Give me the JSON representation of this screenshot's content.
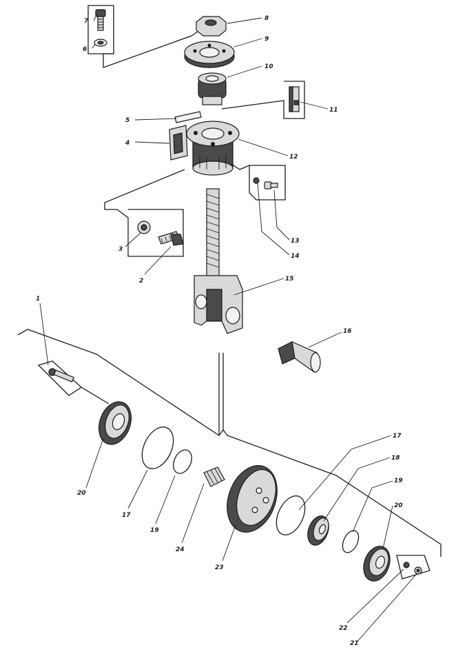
{
  "callouts": {
    "c1": "1",
    "c2": "2",
    "c3": "3",
    "c4": "4",
    "c5": "5",
    "c6": "6",
    "c7": "7",
    "c8": "8",
    "c9": "9",
    "c10": "10",
    "c11": "11",
    "c12": "12",
    "c13": "13",
    "c14": "14",
    "c15": "15",
    "c16": "16",
    "c17a": "17",
    "c17b": "17",
    "c18": "18",
    "c19a": "19",
    "c19b": "19",
    "c20a": "20",
    "c20b": "20",
    "c21": "21",
    "c22": "22",
    "c23": "23",
    "c24": "24"
  },
  "colors": {
    "ink": "#1a1a1a",
    "paper": "#ffffff",
    "metal": "#d9d9d9",
    "shadow": "#4a4a4a"
  }
}
